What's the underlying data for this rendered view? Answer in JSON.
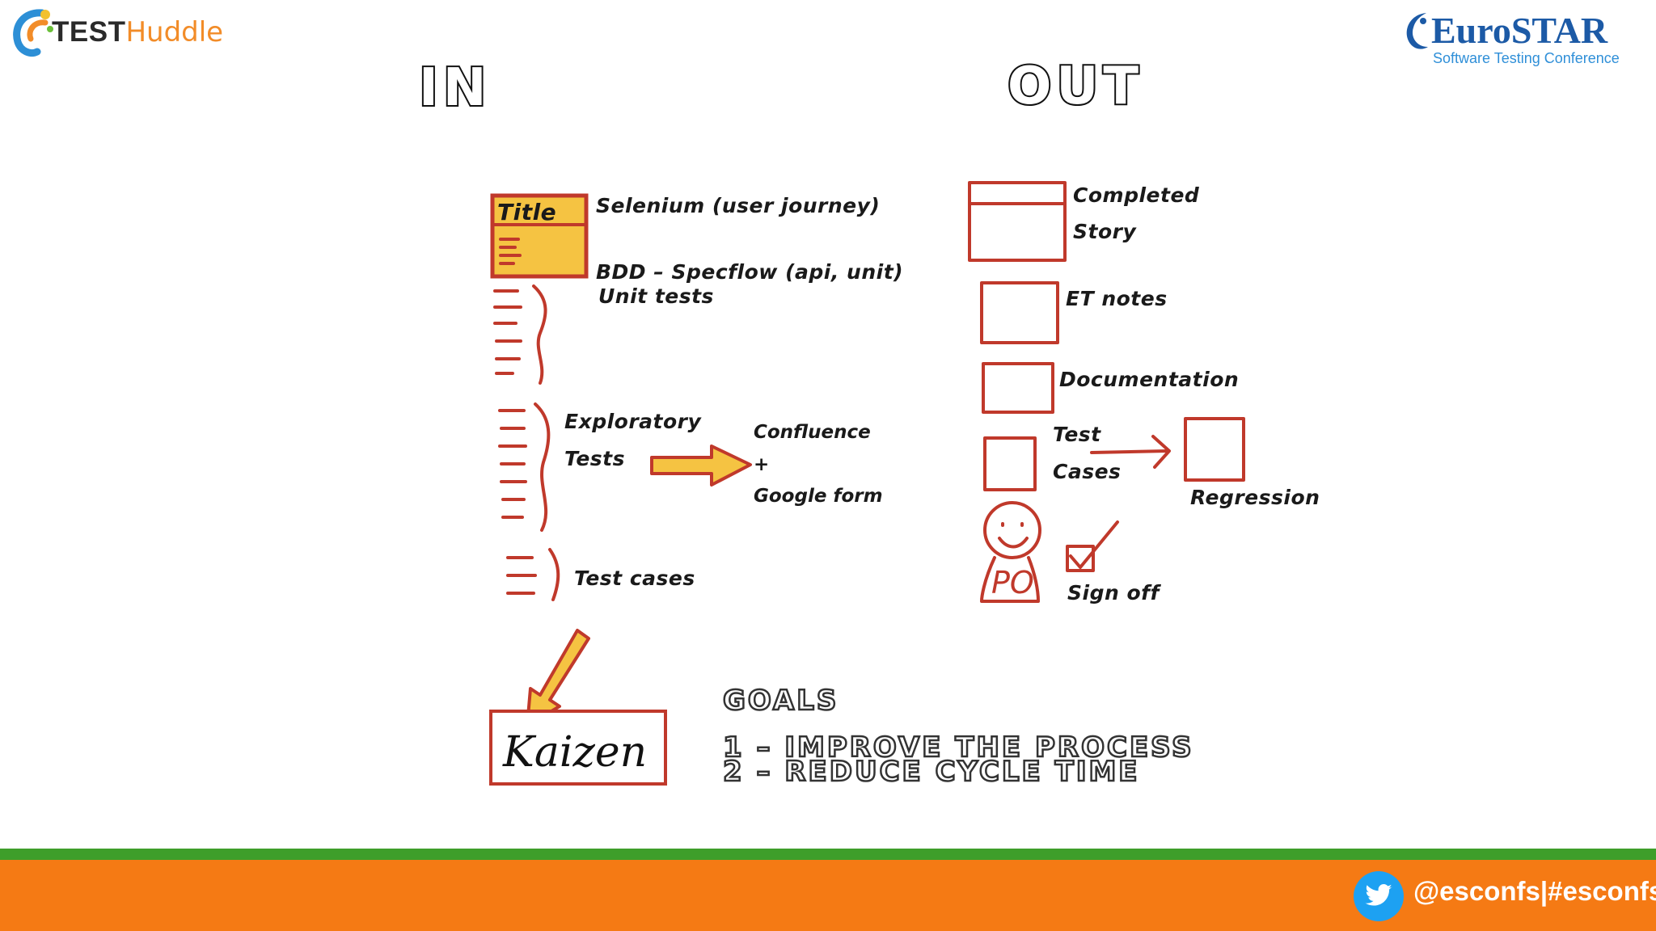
{
  "logos": {
    "left_part1": "TEST",
    "left_part2": "Huddle",
    "right_brand": "EuroSTAR",
    "right_sub": "Software Testing Conference"
  },
  "headings": {
    "in": "IN",
    "out": "OUT"
  },
  "in_column": {
    "card_title": "Title",
    "selenium": "Selenium (user journey)",
    "bdd": "BDD – Specflow (api, unit)",
    "unit_tests": "Unit tests",
    "exploratory": "Exploratory",
    "tests": "Tests",
    "confluence": "Confluence",
    "plus": "+",
    "google_form": "Google form",
    "test_cases": "Test cases",
    "kaizen": "Kaizen"
  },
  "out_column": {
    "completed": "Completed",
    "story": "Story",
    "et_notes": "ET notes",
    "documentation": "Documentation",
    "test": "Test",
    "cases": "Cases",
    "regression": "Regression",
    "po": "PO",
    "sign_off": "Sign off"
  },
  "goals": {
    "heading": "GOALS",
    "line1": "1 – IMPROVE THE PROCESS",
    "line2": "2 – REDUCE CYCLE TIME"
  },
  "footer": {
    "handle": "@esconfs|#esconfs"
  },
  "colors": {
    "ink": "#1a1a1a",
    "red": "#c0392b",
    "yellow": "#f5c342",
    "orange": "#f57a14",
    "green": "#3e9e2a",
    "twitter": "#1da1f2"
  }
}
